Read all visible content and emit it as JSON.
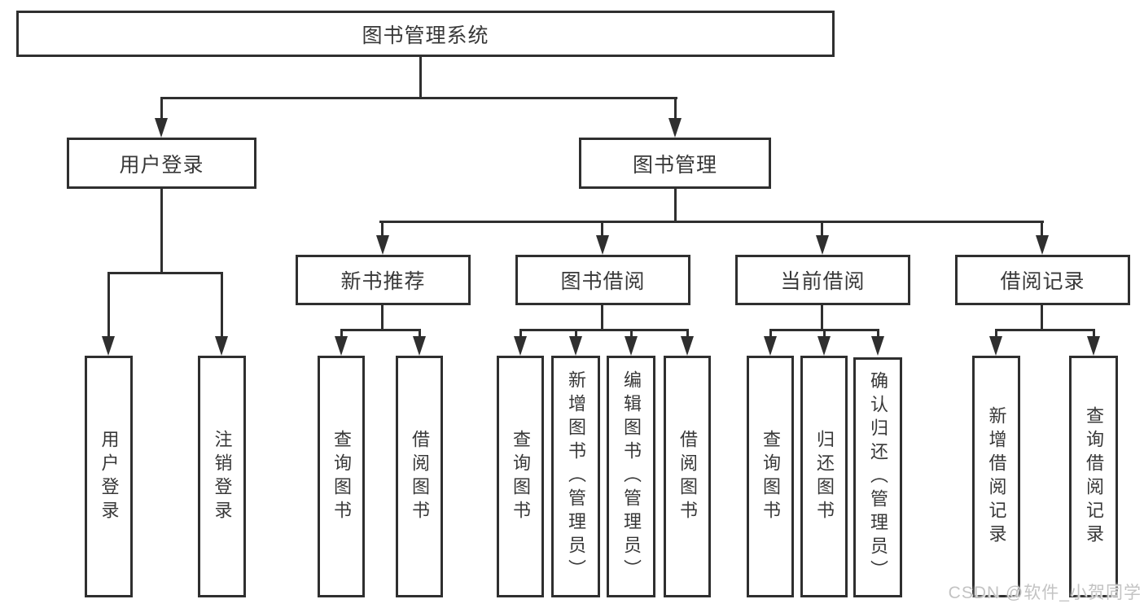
{
  "tree": {
    "root": "图书管理系统",
    "login": {
      "label": "用户登录",
      "children": [
        "用户登录",
        "注销登录"
      ]
    },
    "manage": {
      "label": "图书管理",
      "sections": [
        {
          "label": "新书推荐",
          "children": [
            "查询图书",
            "借阅图书"
          ]
        },
        {
          "label": "图书借阅",
          "children": [
            "查询图书",
            "新增图书（管理员）",
            "编辑图书（管理员）",
            "借阅图书"
          ]
        },
        {
          "label": "当前借阅",
          "children": [
            "查询图书",
            "归还图书",
            "确认归还（管理员）"
          ]
        },
        {
          "label": "借阅记录",
          "children": [
            "新增借阅记录",
            "查询借阅记录"
          ]
        }
      ]
    }
  },
  "watermark": "CSDN @软件_小贺同学",
  "colors": {
    "line": "#2f2f2f",
    "text": "#383838",
    "background": "#ffffff",
    "watermark": "#c3c3c3"
  }
}
